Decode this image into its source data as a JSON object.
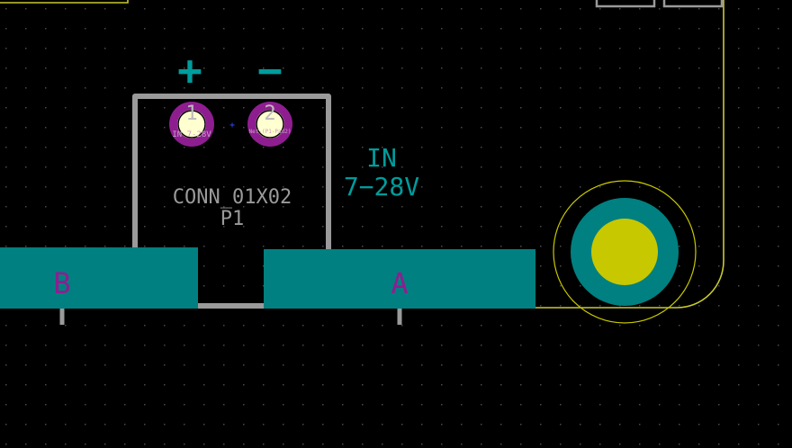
{
  "colors": {
    "background": "#000000",
    "grid_dot": "#4a4a4a",
    "edge_cuts": "#c8c832",
    "fab_outline": "#9a9a9a",
    "copper_pad": "#008080",
    "silkscreen": "#009c9c",
    "via_ring": "#8e1e90",
    "via_hole": "#ffffd0",
    "pad_letter": "#8e1e90",
    "mount_drill": "#c8c800",
    "ref_text": "#9a9a9a",
    "tiny_net_text": "#c8a0c8",
    "blue_mark": "#3050ff"
  },
  "silkscreen": {
    "plus": "+",
    "minus": "−",
    "label_line1": "IN",
    "label_line2": "7−28V"
  },
  "connector": {
    "value": "CONN_01X02",
    "reference": "P1",
    "pins": [
      {
        "number": "1",
        "net": "IN 7-28V"
      },
      {
        "number": "2",
        "net": "Net-(P1-Pad2)"
      }
    ]
  },
  "pads": [
    {
      "letter": "B"
    },
    {
      "letter": "A"
    }
  ]
}
